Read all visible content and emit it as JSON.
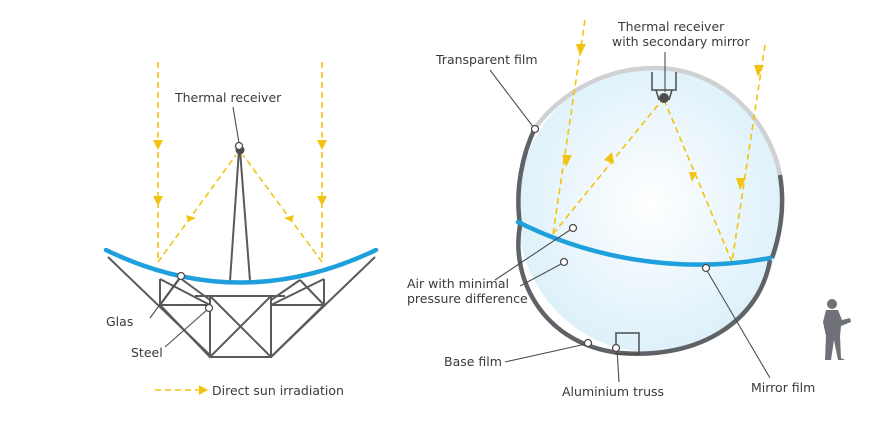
{
  "labels": {
    "thermal_receiver": "Thermal receiver",
    "glas": "Glas",
    "steel": "Steel",
    "legend": "Direct sun irradiation",
    "transparent_film": "Transparent film",
    "thermal_receiver_secondary_1": "Thermal receiver",
    "thermal_receiver_secondary_2": "with secondary mirror",
    "air_1": "Air with minimal",
    "air_2": "pressure difference",
    "base_film": "Base film",
    "aluminium_truss": "Aluminium truss",
    "mirror_film": "Mirror film"
  },
  "colors": {
    "sun_ray": "#f2c40f",
    "mirror": "#1ea0dc",
    "steel": "#5a5a5a",
    "film_dark": "#5f6266",
    "film_light": "#cfd1d3",
    "bubble_fill": "#e6f4fb",
    "label_text": "#3a3a3a",
    "human": "#6e7175"
  },
  "icons": {
    "human_figure": "person-silhouette-icon",
    "pointer_dot": "circle-marker-icon"
  }
}
